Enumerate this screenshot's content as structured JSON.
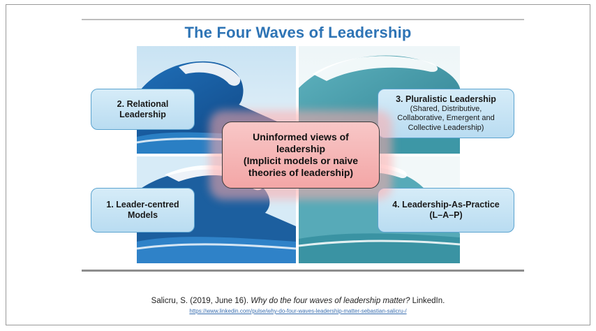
{
  "title": "The Four Waves of Leadership",
  "center": {
    "line1": "Uninformed views of",
    "line2": "leadership",
    "line3": "(Implicit models or naive",
    "line4": "theories of leadership)"
  },
  "boxes": {
    "relational": {
      "line1": "2. Relational",
      "line2": "Leadership"
    },
    "leader_centred": {
      "line1": "1. Leader-centred",
      "line2": "Models"
    },
    "pluralistic": {
      "title": "3. Pluralistic Leadership",
      "sub1": "(Shared, Distributive,",
      "sub2": "Collaborative, Emergent and",
      "sub3": "Collective Leadership)"
    },
    "practice": {
      "line1": "4. Leadership-As-Practice",
      "line2": "(L–A–P)"
    }
  },
  "citation": {
    "prefix": "Salicru, S. (2019, June 16). ",
    "italic": "Why do the four waves of leadership matter?",
    "suffix": " LinkedIn.",
    "url": "https://www.linkedin.com/pulse/why-do-four-waves-leadership-matter-sebastian-salicru-/"
  },
  "colors": {
    "title": "#2e74b5",
    "box_fill": "#c6e4f5",
    "box_border": "#5ba3cf",
    "center_fill": "#f5b3b3",
    "link": "#3a6fb0"
  },
  "icons": {
    "top_left": "blue-wave-image",
    "top_right": "teal-wave-image",
    "bottom_left": "blue-wave-image",
    "bottom_right": "teal-wave-image"
  }
}
